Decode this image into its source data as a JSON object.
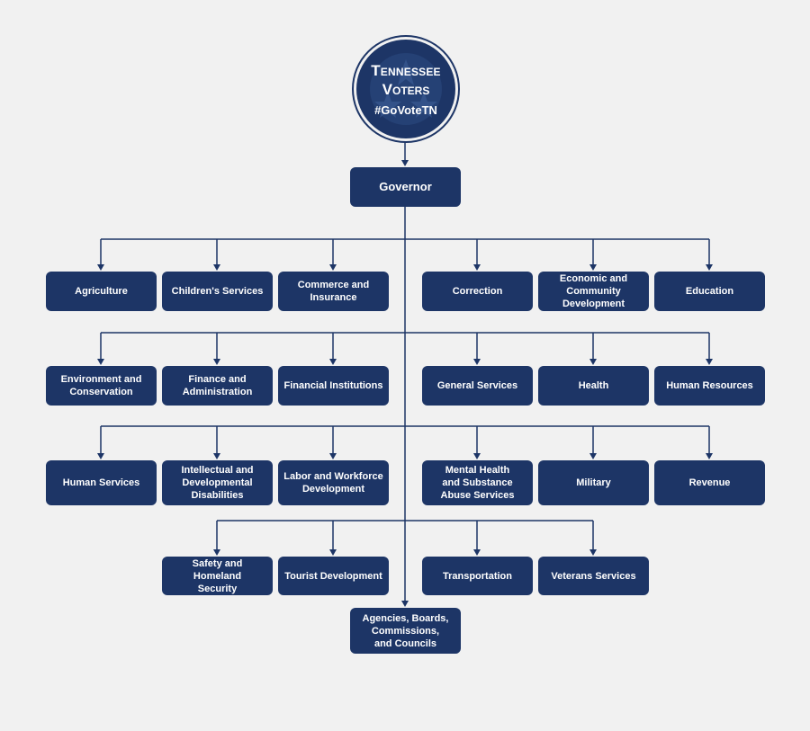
{
  "logo": {
    "line1": "Tennessee",
    "line2": "Voters",
    "hashtag": "#GoVoteTN",
    "icon": "tri-star-icon"
  },
  "colors": {
    "box_fill": "#1d3566",
    "line": "#1d3566",
    "background": "#f1f1f1",
    "text": "#ffffff"
  },
  "governor": "Governor",
  "departments": {
    "row1": [
      "Agriculture",
      "Children's Services",
      "Commerce and\nInsurance",
      "Correction",
      "Economic and\nCommunity\nDevelopment",
      "Education"
    ],
    "row2": [
      "Environment and\nConservation",
      "Finance and\nAdministration",
      "Financial Institutions",
      "General Services",
      "Health",
      "Human Resources"
    ],
    "row3": [
      "Human Services",
      "Intellectual and\nDevelopmental\nDisabilities",
      "Labor and Workforce\nDevelopment",
      "Mental Health\nand Substance\nAbuse Services",
      "Military",
      "Revenue"
    ],
    "row4": [
      "Safety and Homeland\nSecurity",
      "Tourist Development",
      "Transportation",
      "Veterans Services"
    ]
  },
  "agencies": "Agencies, Boards,\nCommissions,\nand Councils"
}
